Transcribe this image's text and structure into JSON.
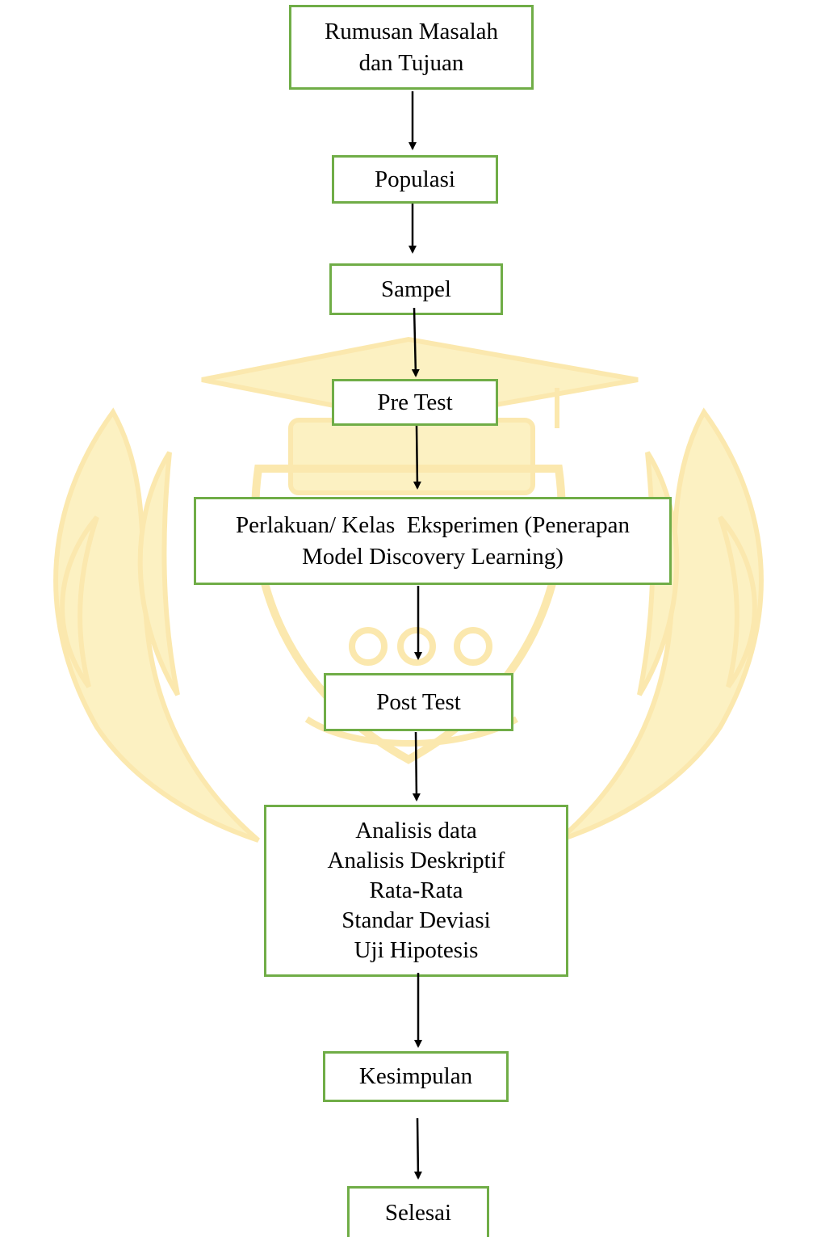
{
  "flowchart": {
    "steps": [
      {
        "id": "rumusan",
        "lines": [
          "Rumusan Masalah",
          "dan Tujuan"
        ]
      },
      {
        "id": "populasi",
        "lines": [
          "Populasi"
        ]
      },
      {
        "id": "sampel",
        "lines": [
          "Sampel"
        ]
      },
      {
        "id": "pretest",
        "lines": [
          "Pre Test"
        ]
      },
      {
        "id": "perlakuan",
        "lines": [
          "Perlakuan/ Kelas  Eksperimen (Penerapan",
          "Model Discovery Learning)"
        ]
      },
      {
        "id": "posttest",
        "lines": [
          "Post Test"
        ]
      },
      {
        "id": "analisis",
        "lines": [
          "Analisis data",
          "Analisis Deskriptif",
          "Rata-Rata",
          "Standar Deviasi",
          "Uji Hipotesis"
        ]
      },
      {
        "id": "kesimpulan",
        "lines": [
          "Kesimpulan"
        ]
      },
      {
        "id": "selesai",
        "lines": [
          "Selesai"
        ]
      }
    ],
    "colors": {
      "box_border": "#70ad47",
      "arrow": "#000000",
      "watermark": "#fbe9a6"
    }
  }
}
